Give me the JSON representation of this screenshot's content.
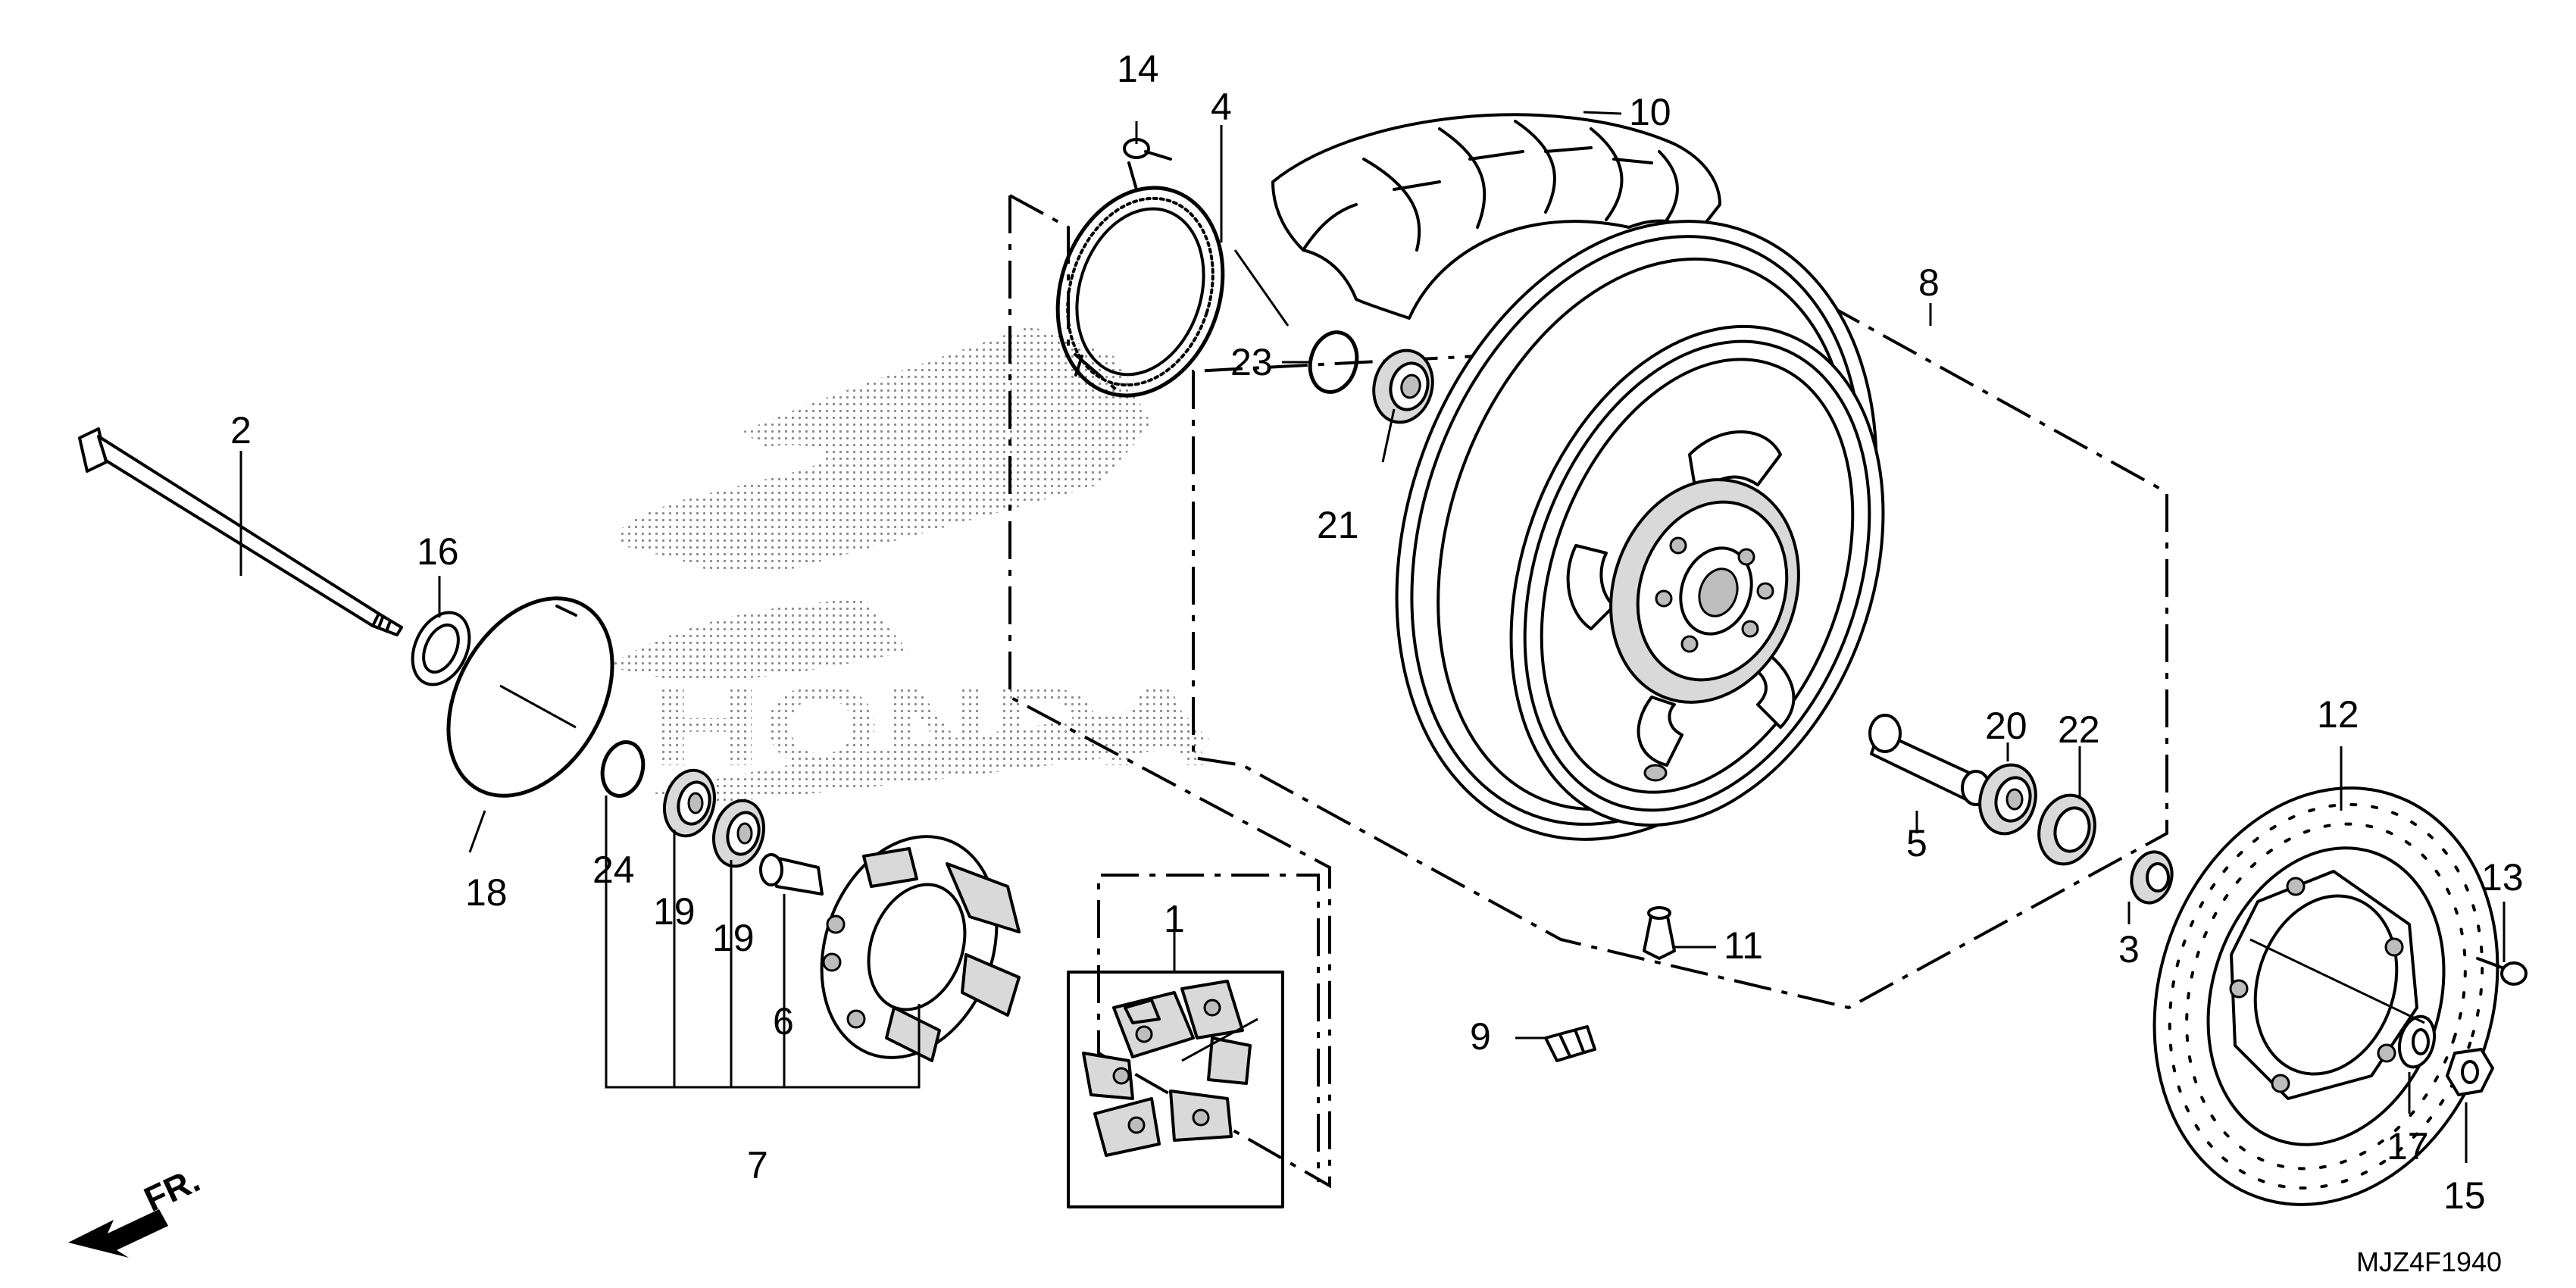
{
  "diagram_code": "MJZ4F1940",
  "front_indicator": "FR.",
  "watermark_text": "HONDA",
  "callouts": {
    "c1": "1",
    "c2": "2",
    "c3": "3",
    "c4": "4",
    "c5": "5",
    "c6": "6",
    "c7": "7",
    "c8": "8",
    "c9": "9",
    "c10": "10",
    "c11": "11",
    "c12": "12",
    "c13": "13",
    "c14": "14",
    "c15": "15",
    "c16": "16",
    "c17": "17",
    "c18": "18",
    "c19a": "19",
    "c19b": "19",
    "c20": "20",
    "c21": "21",
    "c22": "22",
    "c23": "23",
    "c24": "24"
  },
  "parts": [
    {
      "ref": "1",
      "icon": "damper-rubber-icon"
    },
    {
      "ref": "2",
      "icon": "axle-icon"
    },
    {
      "ref": "3",
      "icon": "collar-icon"
    },
    {
      "ref": "4",
      "icon": "pulser-ring-icon"
    },
    {
      "ref": "5",
      "icon": "distance-collar-icon"
    },
    {
      "ref": "6",
      "icon": "collar-icon"
    },
    {
      "ref": "7",
      "icon": "driven-flange-icon"
    },
    {
      "ref": "8",
      "icon": "wheel-icon"
    },
    {
      "ref": "9",
      "icon": "weight-icon"
    },
    {
      "ref": "10",
      "icon": "tire-icon"
    },
    {
      "ref": "11",
      "icon": "valve-icon"
    },
    {
      "ref": "12",
      "icon": "brake-disc-icon"
    },
    {
      "ref": "13",
      "icon": "bolt-icon"
    },
    {
      "ref": "14",
      "icon": "screw-icon"
    },
    {
      "ref": "15",
      "icon": "nut-icon"
    },
    {
      "ref": "16",
      "icon": "collar-icon"
    },
    {
      "ref": "17",
      "icon": "washer-icon"
    },
    {
      "ref": "18",
      "icon": "snap-ring-icon"
    },
    {
      "ref": "19",
      "icon": "bearing-icon"
    },
    {
      "ref": "20",
      "icon": "bearing-icon"
    },
    {
      "ref": "21",
      "icon": "bearing-icon"
    },
    {
      "ref": "22",
      "icon": "seal-icon"
    },
    {
      "ref": "23",
      "icon": "o-ring-icon"
    },
    {
      "ref": "24",
      "icon": "o-ring-icon"
    }
  ]
}
